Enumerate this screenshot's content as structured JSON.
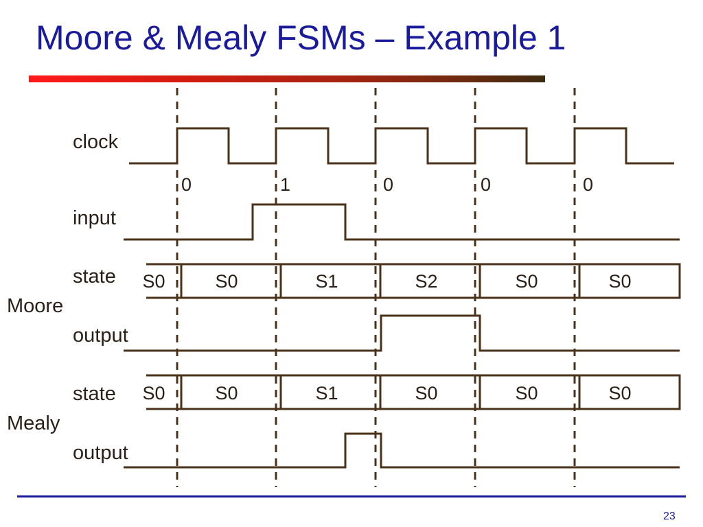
{
  "slide": {
    "title": "Moore & Mealy FSMs – Example 1",
    "page_number": "23",
    "title_color": "#1a1a9c",
    "line_color": "#4a3118"
  },
  "signals": {
    "clock": "clock",
    "input": "input",
    "moore_state": "state",
    "moore_output": "output",
    "mealy_state": "state",
    "mealy_output": "output"
  },
  "groups": {
    "moore": "Moore",
    "mealy": "Mealy"
  },
  "input_values": [
    "0",
    "1",
    "0",
    "0",
    "0"
  ],
  "moore_states": [
    "S0",
    "S0",
    "S1",
    "S2",
    "S0",
    "S0"
  ],
  "mealy_states": [
    "S0",
    "S0",
    "S1",
    "S0",
    "S0",
    "S0"
  ]
}
